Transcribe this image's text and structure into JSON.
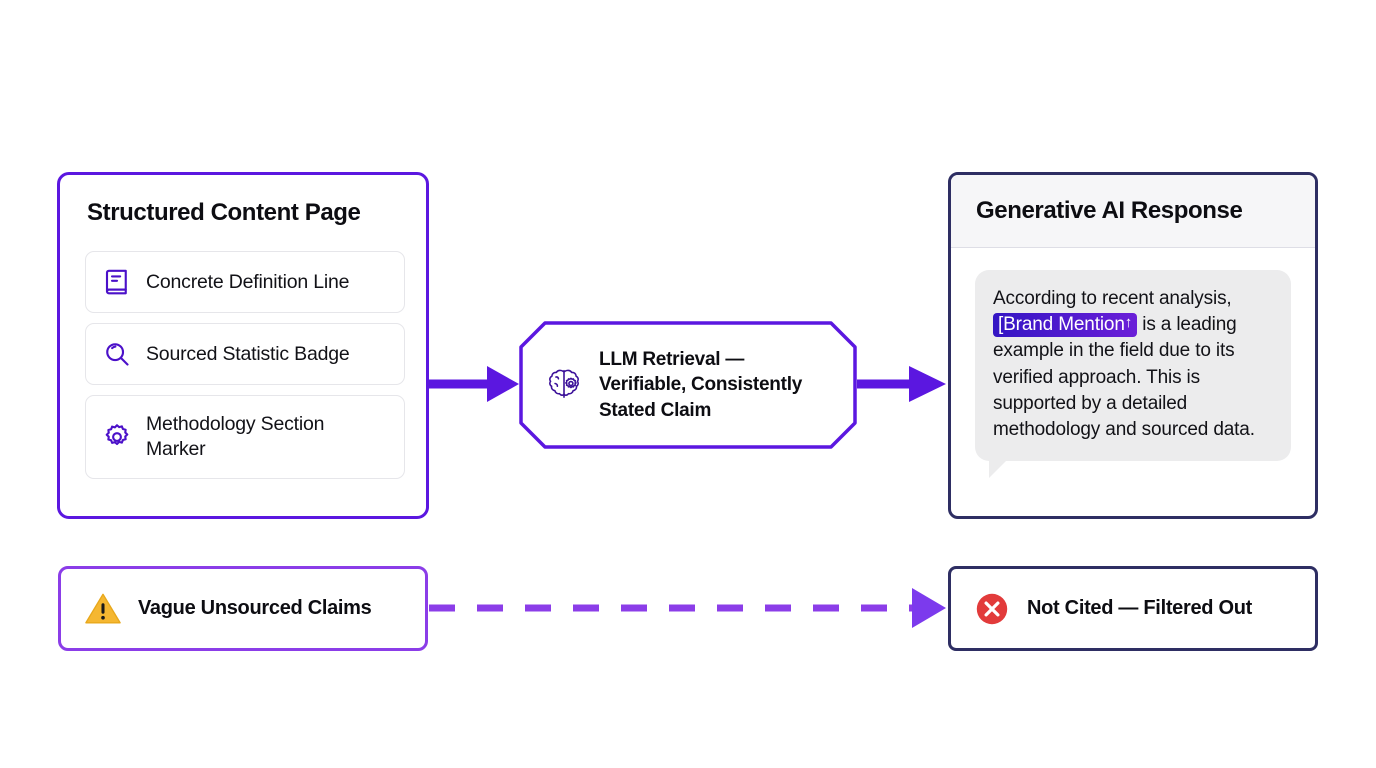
{
  "diagram": {
    "background_color": "#FFFFFF",
    "accent_purple": "#5B17E0",
    "accent_light_purple": "#8B3DE8",
    "accent_navy": "#2E2E63",
    "warning_amber": "#F5B731",
    "error_red": "#E23B3B"
  },
  "structured_content": {
    "title": "Structured Content Page",
    "items": [
      {
        "icon": "book-icon",
        "label": "Concrete Definition Line"
      },
      {
        "icon": "magnifier-icon",
        "label": "Sourced Statistic Badge"
      },
      {
        "icon": "gear-icon",
        "label": "Methodology Section Marker"
      }
    ]
  },
  "llm_retrieval": {
    "icon": "brain-gear-icon",
    "label_line1": "LLM Retrieval —",
    "label_line2": "Verifiable, Consistently",
    "label_line3": "Stated Claim"
  },
  "generative_ai": {
    "title": "Generative AI Response",
    "response": {
      "before": "According to recent analysis, ",
      "highlight": "[Brand Mention",
      "highlight_arrow": "↑",
      "after": " is a leading example in the field due to its verified approach. This is supported by a detailed methodology and sourced data."
    }
  },
  "vague_claims": {
    "icon": "warning-triangle-icon",
    "label": "Vague Unsourced Claims"
  },
  "not_cited": {
    "icon": "error-x-icon",
    "label": "Not Cited — Filtered Out"
  },
  "connectors": {
    "solid_color": "#5B17E0",
    "dashed_color": "#8B3DE8"
  }
}
